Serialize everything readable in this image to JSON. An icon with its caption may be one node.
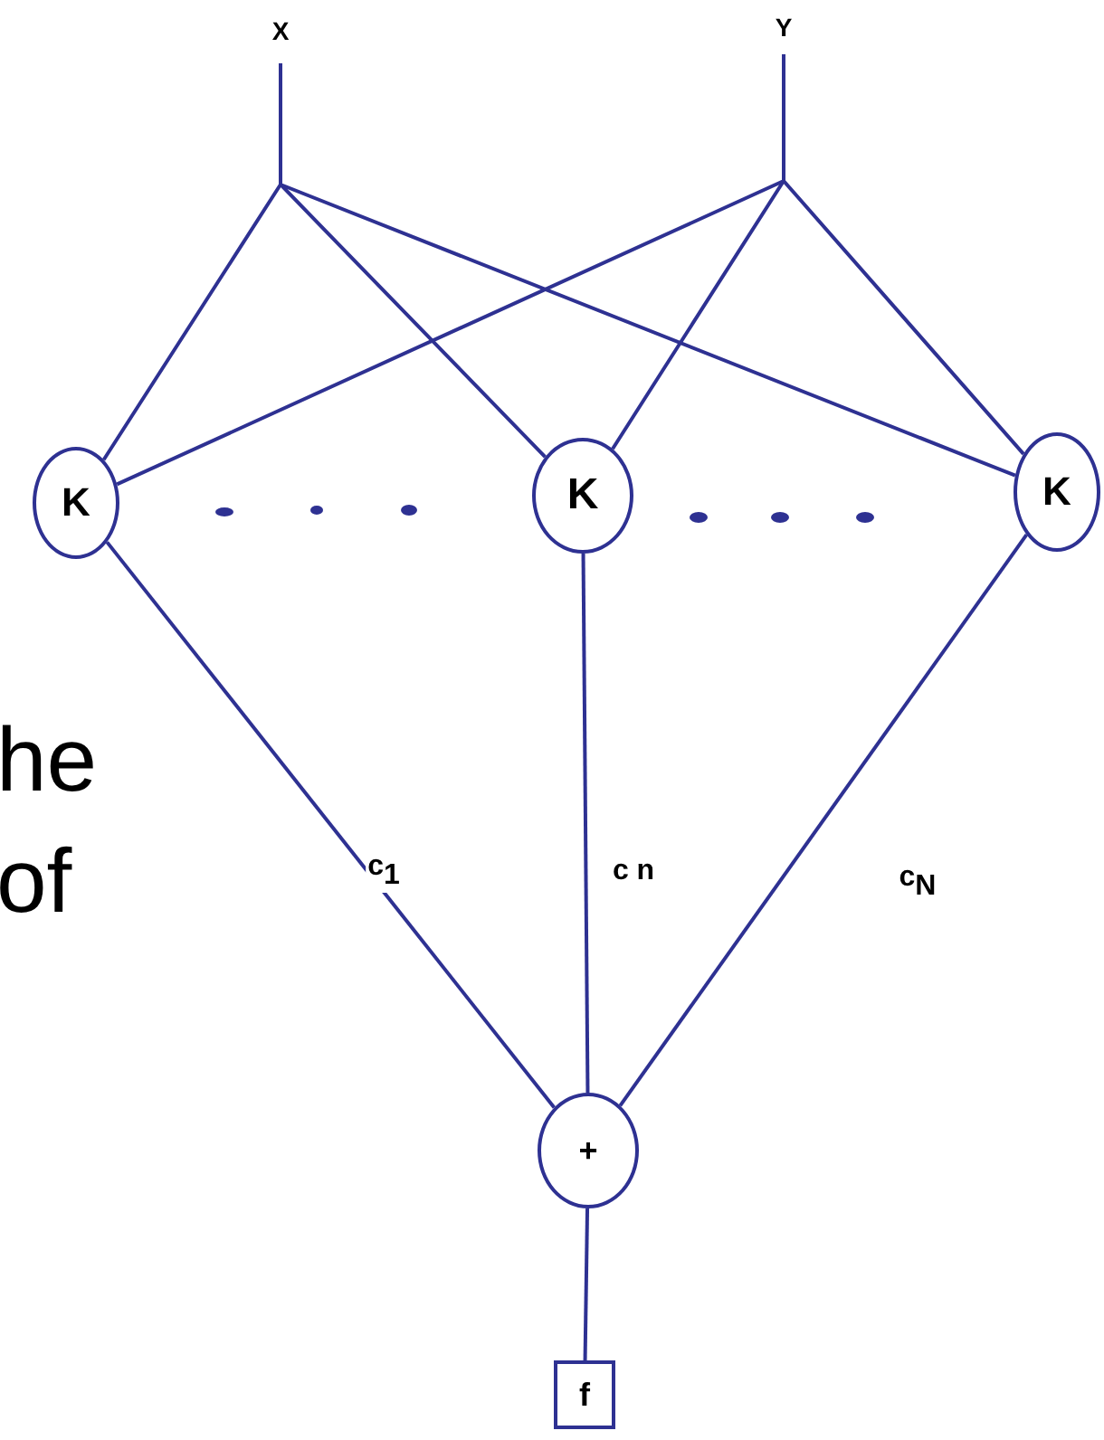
{
  "diagram": {
    "nodes": [
      {
        "text": [
          "X"
        ]
      },
      {
        "text": [
          "Y"
        ]
      },
      {
        "text": [
          "K"
        ]
      },
      {
        "text": [
          "K"
        ]
      },
      {
        "text": [
          "K"
        ]
      },
      {
        "text": [
          "+"
        ]
      },
      {
        "text": [
          "f"
        ]
      }
    ],
    "edges": [
      {
        "from": 0,
        "to": 2,
        "arrow": "none"
      },
      {
        "from": 0,
        "to": 3,
        "arrow": "none"
      },
      {
        "from": 0,
        "to": 4,
        "arrow": "none"
      },
      {
        "from": 1,
        "to": 2,
        "arrow": "none"
      },
      {
        "from": 1,
        "to": 3,
        "arrow": "none"
      },
      {
        "from": 1,
        "to": 4,
        "arrow": "none"
      },
      {
        "from": 2,
        "to": 5,
        "arrow": "none",
        "label": "c$_{1}$"
      },
      {
        "from": 3,
        "to": 5,
        "arrow": "none",
        "label": "c n"
      },
      {
        "from": 4,
        "to": 5,
        "arrow": "none",
        "label": "c$_{N}$"
      },
      {
        "from": 5,
        "to": 6,
        "arrow": "none"
      }
    ],
    "labels": [
      "he",
      "of"
    ]
  }
}
